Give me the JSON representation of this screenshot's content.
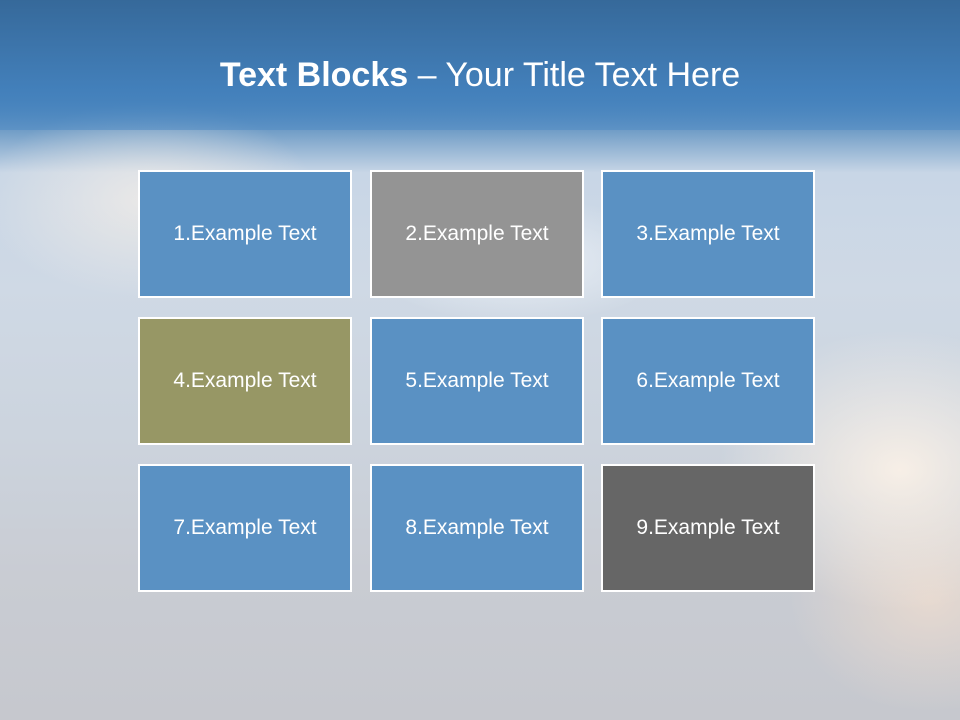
{
  "slide": {
    "title_bold": "Text Blocks",
    "title_dash": " – ",
    "title_rest": "Your Title Text Here"
  },
  "blocks": [
    {
      "label": "1.Example Text",
      "color": "#5a91c3"
    },
    {
      "label": "2.Example Text",
      "color": "#949494"
    },
    {
      "label": "3.Example Text",
      "color": "#5a91c3"
    },
    {
      "label": "4.Example Text",
      "color": "#979765"
    },
    {
      "label": "5.Example Text",
      "color": "#5a91c3"
    },
    {
      "label": "6.Example Text",
      "color": "#5a91c3"
    },
    {
      "label": "7.Example Text",
      "color": "#5a91c3"
    },
    {
      "label": "8.Example Text",
      "color": "#5a91c3"
    },
    {
      "label": "9.Example Text",
      "color": "#666666"
    }
  ],
  "colors": {
    "title_band": "#4380bb",
    "block_border": "#ffffff",
    "text": "#ffffff"
  }
}
